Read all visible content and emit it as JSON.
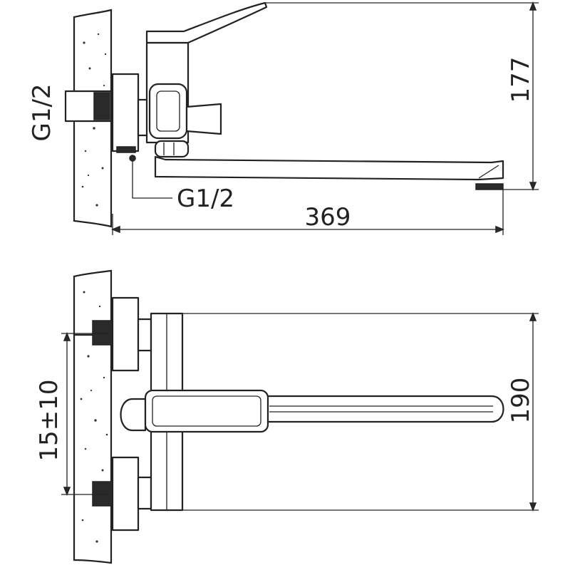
{
  "side_view": {
    "height_dim": "177",
    "length_dim": "369",
    "wall_thread": "G1/2",
    "outlet_thread": "G1/2"
  },
  "front_view": {
    "width_dim": "190",
    "center_dim": "15±10"
  }
}
